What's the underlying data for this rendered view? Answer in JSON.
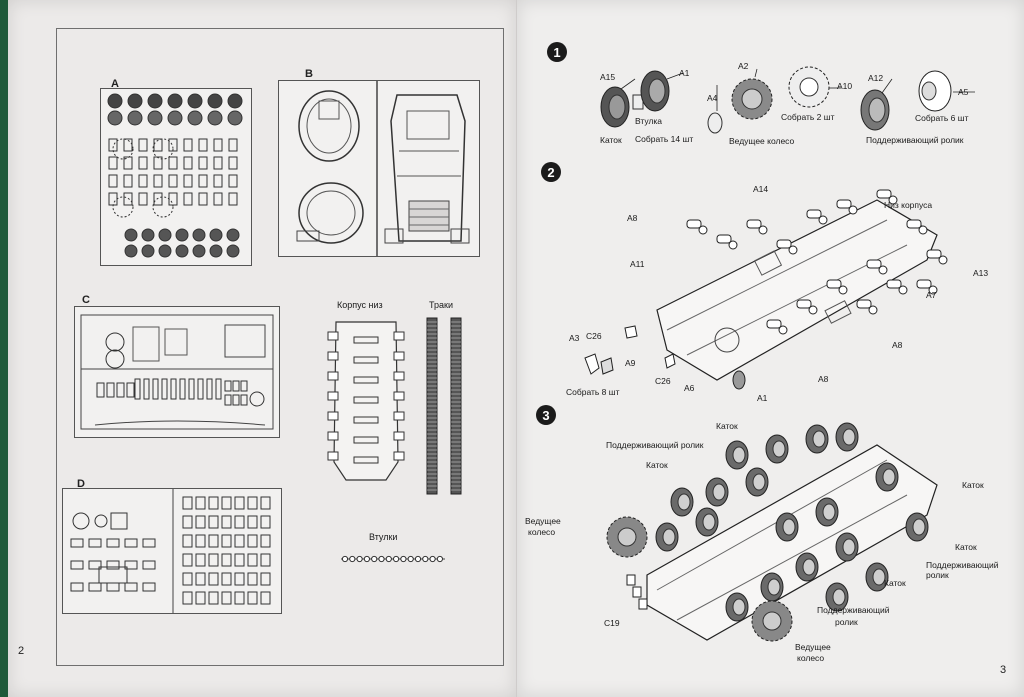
{
  "left_page": {
    "page_number": "2",
    "sprues": [
      {
        "letter": "A"
      },
      {
        "letter": "B"
      },
      {
        "letter": "C"
      },
      {
        "letter": "D"
      }
    ],
    "hull_label": "Корпус низ",
    "tracks_label": "Траки",
    "bushings_label": "Втулки"
  },
  "right_page": {
    "page_number": "3",
    "step1": {
      "number": "1",
      "labels": {
        "a15": "A15",
        "a1": "A1",
        "katok": "Каток",
        "vtulka": "Втулка",
        "sobrat14": "Собрать 14 шт",
        "a2": "A2",
        "a4": "A4",
        "a10": "A10",
        "sobrat2": "Собрать 2 шт",
        "vedushee": "Ведущее колесо",
        "a12": "A12",
        "a5": "A5",
        "sobrat6": "Собрать 6 шт",
        "podderzh": "Поддерживающий ролик"
      }
    },
    "step2": {
      "number": "2",
      "labels": {
        "a14": "A14",
        "niz_korpusa": "Низ корпуса",
        "a8_top": "A8",
        "a13": "A13",
        "a11": "A11",
        "a7": "A7",
        "a3": "A3",
        "c26_a": "C26",
        "a9": "A9",
        "a8_mid": "A8",
        "sobrat8": "Собрать 8 шт",
        "c26_b": "C26",
        "a6": "A6",
        "a8_low": "A8",
        "a1": "A1"
      }
    },
    "step3": {
      "number": "3",
      "labels": {
        "katok_top": "Каток",
        "podderzh_top": "Поддерживающий ролик",
        "katok_left": "Каток",
        "katok_right": "Каток",
        "vedushee_left_1": "Ведущее",
        "vedushee_left_2": "колесо",
        "katok_r2": "Каток",
        "podderzh_r_1": "Поддерживающий",
        "podderzh_r_2": "ролик",
        "katok_mid": "Каток",
        "podderzh_bot_1": "Поддерживающий",
        "podderzh_bot_2": "ролик",
        "c19": "C19",
        "vedushee_bot_1": "Ведущее",
        "vedushee_bot_2": "колесо"
      }
    }
  }
}
